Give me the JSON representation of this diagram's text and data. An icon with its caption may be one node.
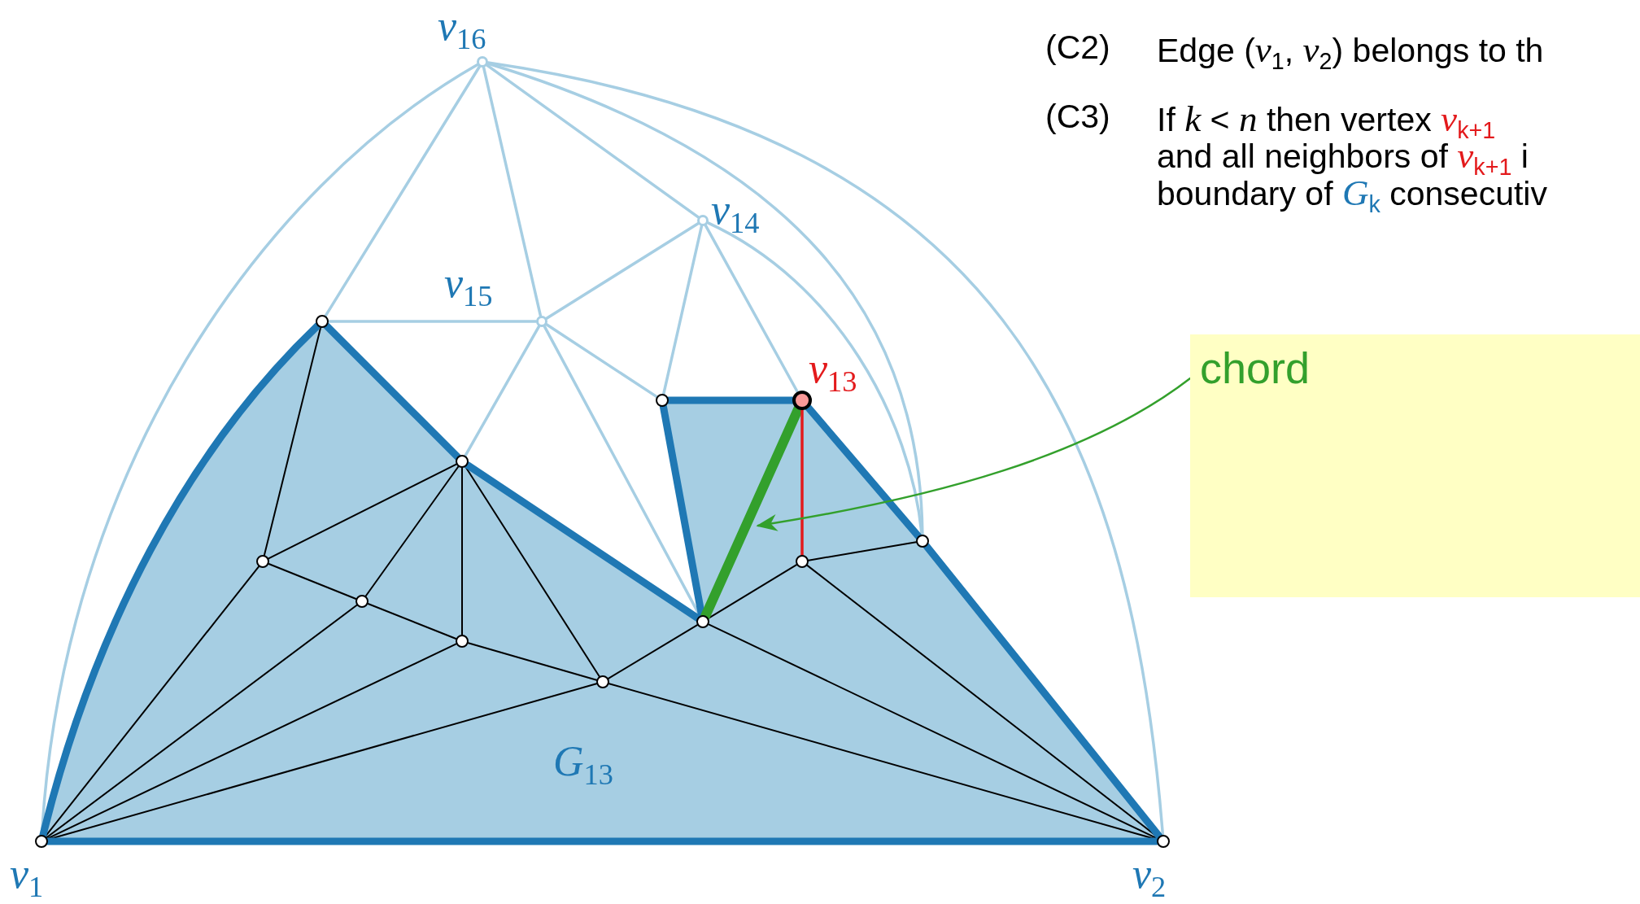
{
  "diagram": {
    "nodes": [
      {
        "text": [],
        "shape": "circle",
        "beside": [
          "*v*$_{16}$"
        ]
      },
      {
        "text": [],
        "shape": "circle",
        "beside": [
          "*v*$_{14}$"
        ]
      },
      {
        "text": [],
        "shape": "circle"
      },
      {
        "text": [],
        "shape": "circle",
        "beside": [
          "*v*$_{15}$"
        ]
      },
      {
        "text": [],
        "shape": "circle"
      },
      {
        "text": [],
        "shape": "circle",
        "beside": [
          "*v*$_{13}$"
        ]
      },
      {
        "text": [],
        "shape": "circle"
      },
      {
        "text": [],
        "shape": "circle"
      },
      {
        "text": [],
        "shape": "circle"
      },
      {
        "text": [],
        "shape": "circle"
      },
      {
        "text": [],
        "shape": "circle"
      },
      {
        "text": [],
        "shape": "circle"
      },
      {
        "text": [],
        "shape": "circle"
      },
      {
        "text": [],
        "shape": "circle"
      },
      {
        "text": [],
        "shape": "circle",
        "beside": [
          "*v*$_{1}$"
        ]
      },
      {
        "text": [],
        "shape": "circle",
        "beside": [
          "*v*$_{2}$"
        ]
      },
      {
        "text": [
          "chord"
        ]
      }
    ],
    "edges": [
      {
        "from": 0,
        "to": 14,
        "arrow": "none",
        "color": "#a6cee3"
      },
      {
        "from": 0,
        "to": 2,
        "arrow": "none",
        "color": "#a6cee3"
      },
      {
        "from": 0,
        "to": 3,
        "arrow": "none",
        "color": "#a6cee3"
      },
      {
        "from": 0,
        "to": 1,
        "arrow": "none",
        "color": "#a6cee3"
      },
      {
        "from": 0,
        "to": 7,
        "arrow": "none",
        "color": "#a6cee3"
      },
      {
        "from": 0,
        "to": 15,
        "arrow": "none",
        "color": "#a6cee3"
      },
      {
        "from": 1,
        "to": 3,
        "arrow": "none",
        "color": "#a6cee3"
      },
      {
        "from": 1,
        "to": 4,
        "arrow": "none",
        "color": "#a6cee3"
      },
      {
        "from": 1,
        "to": 5,
        "arrow": "none",
        "color": "#a6cee3"
      },
      {
        "from": 1,
        "to": 7,
        "arrow": "none",
        "color": "#a6cee3"
      },
      {
        "from": 2,
        "to": 3,
        "arrow": "none",
        "color": "#a6cee3"
      },
      {
        "from": 3,
        "to": 6,
        "arrow": "none",
        "color": "#a6cee3"
      },
      {
        "from": 3,
        "to": 4,
        "arrow": "none",
        "color": "#a6cee3"
      },
      {
        "from": 3,
        "to": 11,
        "arrow": "none",
        "color": "#a6cee3"
      },
      {
        "from": 2,
        "to": 8,
        "arrow": "none"
      },
      {
        "from": 6,
        "to": 8,
        "arrow": "none"
      },
      {
        "from": 6,
        "to": 10,
        "arrow": "none"
      },
      {
        "from": 6,
        "to": 12,
        "arrow": "none"
      },
      {
        "from": 6,
        "to": 13,
        "arrow": "none"
      },
      {
        "from": 8,
        "to": 10,
        "arrow": "none"
      },
      {
        "from": 8,
        "to": 14,
        "arrow": "none"
      },
      {
        "from": 10,
        "to": 14,
        "arrow": "none"
      },
      {
        "from": 10,
        "to": 12,
        "arrow": "none"
      },
      {
        "from": 12,
        "to": 14,
        "arrow": "none"
      },
      {
        "from": 12,
        "to": 13,
        "arrow": "none"
      },
      {
        "from": 13,
        "to": 14,
        "arrow": "none"
      },
      {
        "from": 13,
        "to": 11,
        "arrow": "none"
      },
      {
        "from": 13,
        "to": 15,
        "arrow": "none"
      },
      {
        "from": 11,
        "to": 9,
        "arrow": "none"
      },
      {
        "from": 11,
        "to": 15,
        "arrow": "none"
      },
      {
        "from": 9,
        "to": 7,
        "arrow": "none"
      },
      {
        "from": 9,
        "to": 15,
        "arrow": "none"
      },
      {
        "from": 14,
        "to": 2,
        "arrow": "none",
        "style": "thick",
        "color": "#1f78b4"
      },
      {
        "from": 2,
        "to": 6,
        "arrow": "none",
        "style": "thick",
        "color": "#1f78b4"
      },
      {
        "from": 6,
        "to": 11,
        "arrow": "none",
        "style": "thick",
        "color": "#1f78b4"
      },
      {
        "from": 11,
        "to": 4,
        "arrow": "none",
        "style": "thick",
        "color": "#1f78b4"
      },
      {
        "from": 4,
        "to": 5,
        "arrow": "none",
        "style": "thick",
        "color": "#1f78b4"
      },
      {
        "from": 5,
        "to": 7,
        "arrow": "none",
        "style": "thick",
        "color": "#1f78b4"
      },
      {
        "from": 7,
        "to": 15,
        "arrow": "none",
        "style": "thick",
        "color": "#1f78b4"
      },
      {
        "from": 15,
        "to": 14,
        "arrow": "none",
        "style": "thick",
        "color": "#1f78b4"
      },
      {
        "from": 11,
        "to": 5,
        "arrow": "none",
        "style": "thick",
        "color": "#33a02c"
      },
      {
        "from": 5,
        "to": 9,
        "arrow": "none",
        "color": "#e31a1c"
      },
      {
        "from": 16,
        "to": null,
        "arrow": "to",
        "color": "#33a02c"
      }
    ],
    "labels": [
      "(C2)",
      "Edge (*v*$_{1}$, *v*$_{2}$) belongs to th",
      "(C3)",
      "If *k* < *n* then vertex *v*$_{k+1}$",
      "and all neighbors of *v*$_{k+1}$ i",
      "boundary of *G*$_{k}$ consecutiv",
      "*G*$_{13}$"
    ]
  }
}
